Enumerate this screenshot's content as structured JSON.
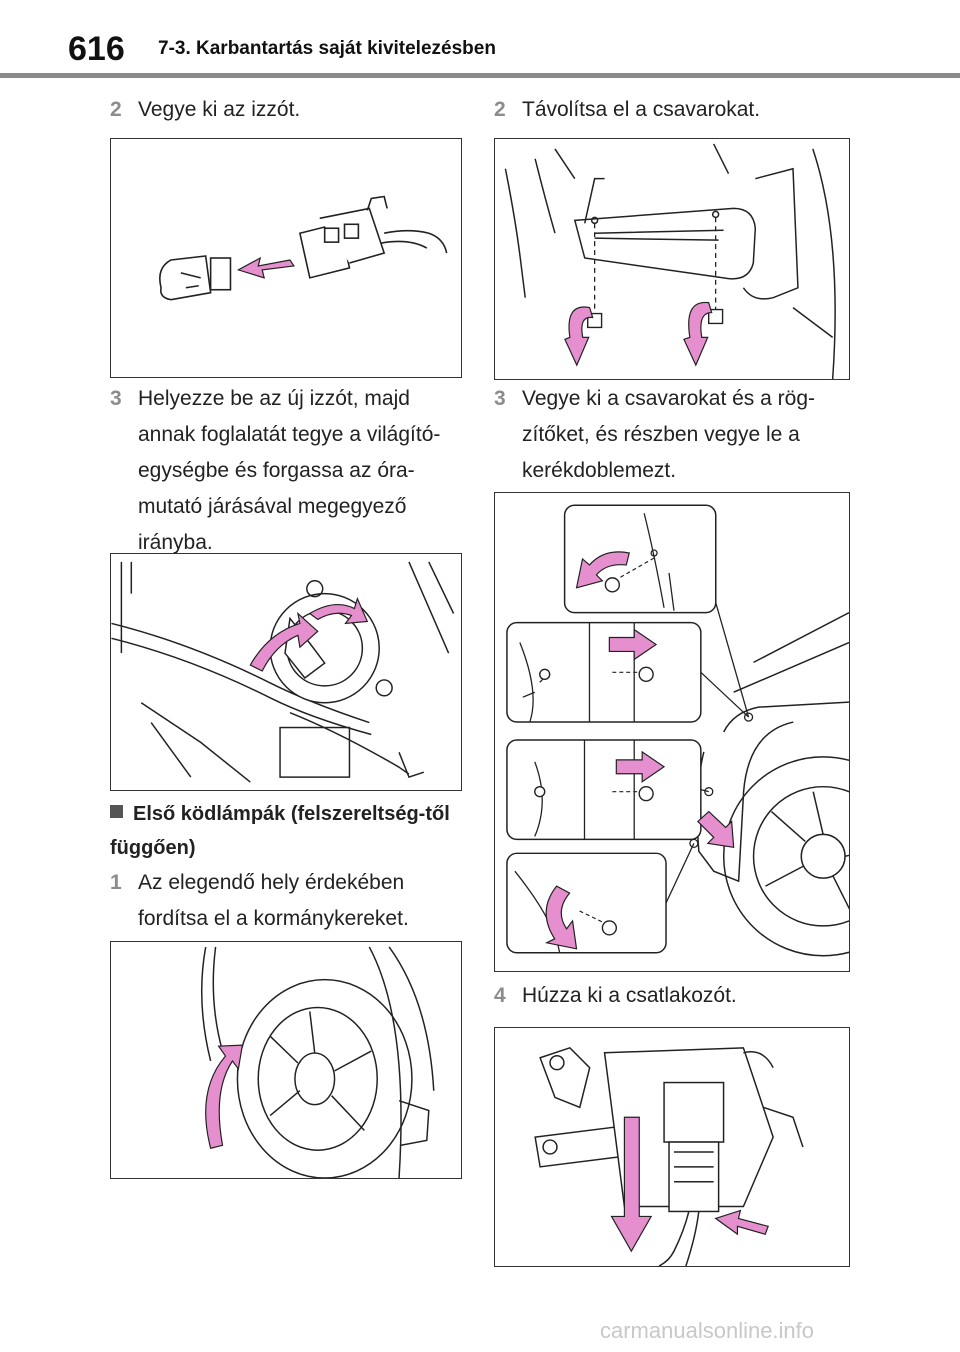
{
  "header": {
    "page_number": "616",
    "section_title": "7-3. Karbantartás saját kivitelezésben"
  },
  "left_column": {
    "step_remove_bulb": {
      "num": "2",
      "text": "Vegye ki az izzót."
    },
    "step_install_bulb": {
      "num": "3",
      "text": "Helyezze be az új izzót, majd annak foglalatát tegye a világító-egységbe és forgassa az óra-mutató járásával megegyező irányba."
    },
    "fog_heading": "Első ködlámpák (felszereltség-től függően)",
    "step_turn_wheel": {
      "num": "1",
      "text": "Az elegendő hely érdekében fordítsa el a kormánykereket."
    }
  },
  "right_column": {
    "step_remove_screws": {
      "num": "2",
      "text": "Távolítsa el a csavarokat."
    },
    "step_remove_clips": {
      "num": "3",
      "text": "Vegye ki a csavarokat és a rög-zítőket, és részben vegye le a kerékdoblemezt."
    },
    "step_disconnect": {
      "num": "4",
      "text": "Húzza ki a csatlakozót."
    }
  },
  "colors": {
    "arrow_pink": "#e58fcf",
    "line_dark": "#222222",
    "step_num_gray": "#8c8c8c",
    "rule_gray": "#8a8a8a"
  },
  "footer": {
    "watermark": "carmanualsonline.info"
  }
}
